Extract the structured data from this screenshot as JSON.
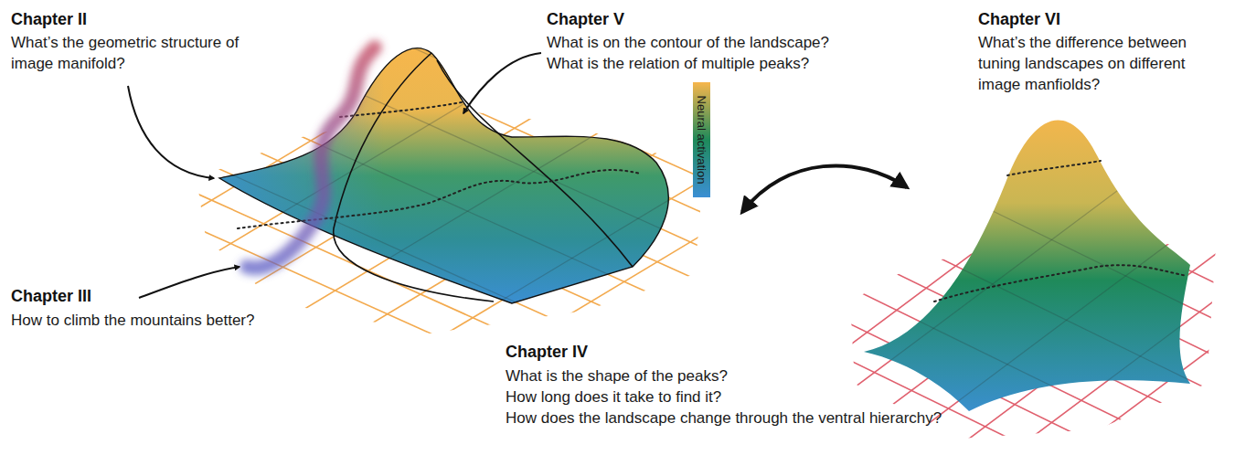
{
  "diagram": {
    "labels": [
      "Chapter II",
      "What’s the geometric structure of image manifold?",
      "Chapter V",
      "What is on the contour of the landscape?",
      "What is the relation of multiple peaks?",
      "Chapter VI",
      "What’s the difference between tuning landscapes on different image manfiolds?",
      "Neural activation",
      "Chapter III",
      "How to climb the mountains better?",
      "Chapter IV",
      "What is the shape of the peaks?",
      "How long does it take to find it?",
      "How does the landscape change through the ventral hierarchy?"
    ]
  }
}
